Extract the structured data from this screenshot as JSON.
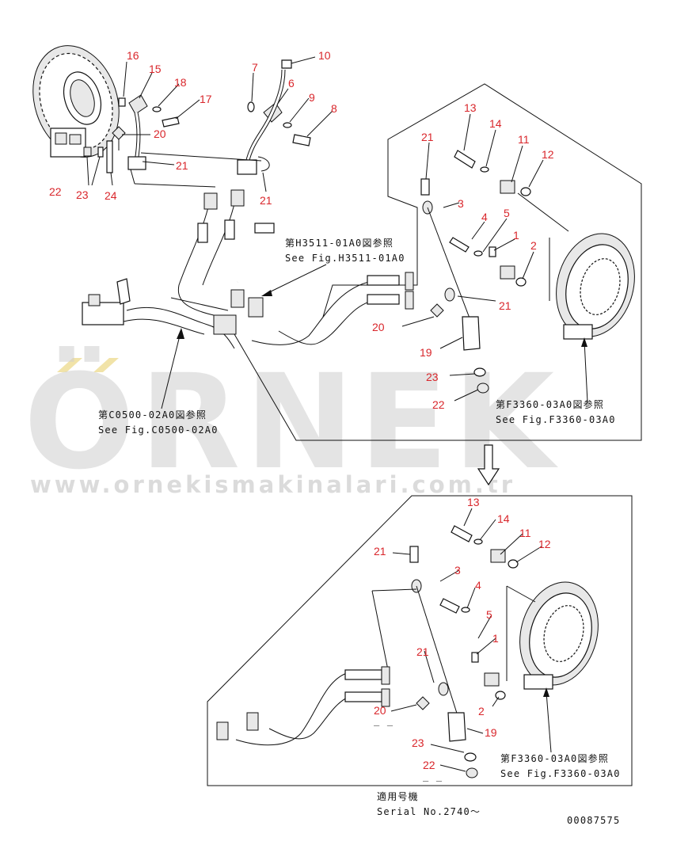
{
  "callouts": {
    "top": [
      {
        "n": "16"
      },
      {
        "n": "15"
      },
      {
        "n": "18"
      },
      {
        "n": "17"
      },
      {
        "n": "7"
      },
      {
        "n": "10"
      },
      {
        "n": "6"
      },
      {
        "n": "9"
      },
      {
        "n": "8"
      },
      {
        "n": "20"
      },
      {
        "n": "21"
      },
      {
        "n": "21"
      },
      {
        "n": "22"
      },
      {
        "n": "23"
      },
      {
        "n": "24"
      }
    ],
    "mid": [
      {
        "n": "13"
      },
      {
        "n": "14"
      },
      {
        "n": "21"
      },
      {
        "n": "11"
      },
      {
        "n": "12"
      },
      {
        "n": "3"
      },
      {
        "n": "4"
      },
      {
        "n": "5"
      },
      {
        "n": "1"
      },
      {
        "n": "2"
      },
      {
        "n": "21"
      },
      {
        "n": "20"
      },
      {
        "n": "19"
      },
      {
        "n": "23"
      },
      {
        "n": "22"
      }
    ],
    "bottom": [
      {
        "n": "13"
      },
      {
        "n": "14"
      },
      {
        "n": "11"
      },
      {
        "n": "12"
      },
      {
        "n": "21"
      },
      {
        "n": "3"
      },
      {
        "n": "4"
      },
      {
        "n": "5"
      },
      {
        "n": "1"
      },
      {
        "n": "21"
      },
      {
        "n": "2"
      },
      {
        "n": "20"
      },
      {
        "n": "19"
      },
      {
        "n": "23"
      },
      {
        "n": "22"
      }
    ]
  },
  "references": {
    "h3511_jp": "第H3511-01A0図参照",
    "h3511_en": "See Fig.H3511-01A0",
    "c0500_jp": "第C0500-02A0図参照",
    "c0500_en": "See Fig.C0500-02A0",
    "f3360_mid_jp": "第F3360-03A0図参照",
    "f3360_mid_en": "See Fig.F3360-03A0",
    "f3360_bot_jp": "第F3360-03A0図参照",
    "f3360_bot_en": "See Fig.F3360-03A0"
  },
  "serial": {
    "label_jp": "適用号機",
    "label_en": "Serial No.2740～"
  },
  "dashes": [
    "_ _",
    "_ _"
  ],
  "image_code": "00087575",
  "watermark": {
    "brand": "ÖRNEK",
    "url": "www.ornekismakinalari.com.tr"
  },
  "colors": {
    "callout": "#d9262b",
    "watermark_gray": "#cfcfcf",
    "watermark_accent": "#f1e3a8",
    "line": "#111111"
  }
}
